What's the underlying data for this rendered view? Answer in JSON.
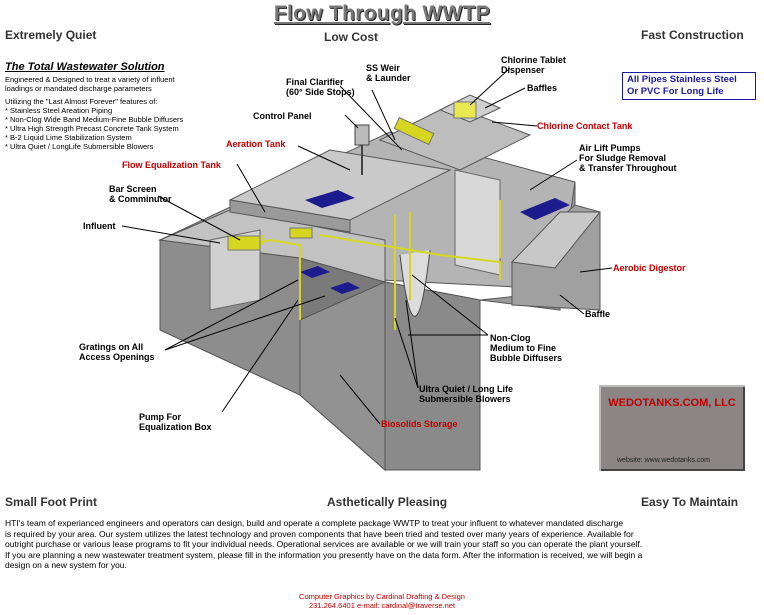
{
  "title": "Flow Through WWTP",
  "features_top": {
    "left": "Extremely Quiet",
    "center": "Low Cost",
    "right": "Fast Construction"
  },
  "features_bottom": {
    "left": "Small Foot Print",
    "center": "Asthetically Pleasing",
    "right": "Easy To Maintain"
  },
  "solution": {
    "heading": "The Total Wastewater Solution",
    "intro": [
      "Engineered & Designed to treat a variety of influent",
      "loadings or mandated discharge parameters"
    ],
    "utilizing": "Utilizing the \"Last Almost Forever\" features of:",
    "features": [
      "* Stainless Steel Areation Piping",
      "* Non-Clog Wide Band Medium-Fine Bubble Diffusers",
      "* Ultra High Strength Precast Concrete Tank System",
      "* B-2 Liquid Lime Stabilization System",
      "* Ultra Quiet / LongLife Submersible Blowers"
    ]
  },
  "pipes_note": [
    "All Pipes Stainless Steel",
    "Or PVC For Long Life"
  ],
  "labels": {
    "ss_weir": [
      "SS Weir",
      "& Launder"
    ],
    "chlorine_tablet": [
      "Chlorine Tablet",
      "Dispenser"
    ],
    "final_clarifier": [
      "Final Clarifier",
      "(60° Side Stops)"
    ],
    "baffles": "Baffles",
    "control_panel": "Control Panel",
    "chlorine_contact": "Chlorine Contact Tank",
    "aeration_tank": "Aeration Tank",
    "air_lift": [
      "Air Lift Pumps",
      "For Sludge Removal",
      "& Transfer Throughout"
    ],
    "flow_eq": "Flow Equalization Tank",
    "bar_screen": [
      "Bar Screen",
      "& Comminutor"
    ],
    "influent": "Influent",
    "aerobic_digestor": "Aerobic Digestor",
    "baffle": "Baffle",
    "gratings": [
      "Gratings on All",
      "Access Openings"
    ],
    "non_clog": [
      "Non-Clog",
      "Medium to Fine",
      "Bubble Diffusers"
    ],
    "ultra_quiet": [
      "Ultra Quiet / Long Life",
      "Submersible Blowers"
    ],
    "pump": [
      "Pump For",
      "Equalization Box"
    ],
    "biosolids": "Biosolids Storage"
  },
  "company": {
    "name": "WEDOTANKS.COM, LLC",
    "website": "website: www.wedotanks.com"
  },
  "paragraph": [
    "HTI's team of experianced engineers and operators can design, build and operate a complete package WWTP to treat your influent to whatever mandated discharge",
    "is required by your area.  Our system utilizes the latest technology and proven components that have been tried and tested over many years of experience.  Available for",
    "outright purchase or various lease programs to fit your individual needs.  Operational services are available or we will train your staff so you can operate the plant yourself.",
    "If you are planning a new wastewater treatment system, please fill in the information you presently have on the data form.  After the information is received, we will begin a",
    "design on a new system for you."
  ],
  "footer": [
    "Computer Graphics by Cardinal Drafting & Design",
    "231.264.6401  e-mail: cardinal@traverse.net"
  ],
  "colors": {
    "label_red": "#c00000",
    "pipe_yellow": "#d6d620",
    "tank_gray": "#a8a8a8",
    "grating_blue": "#1c1c8c"
  }
}
